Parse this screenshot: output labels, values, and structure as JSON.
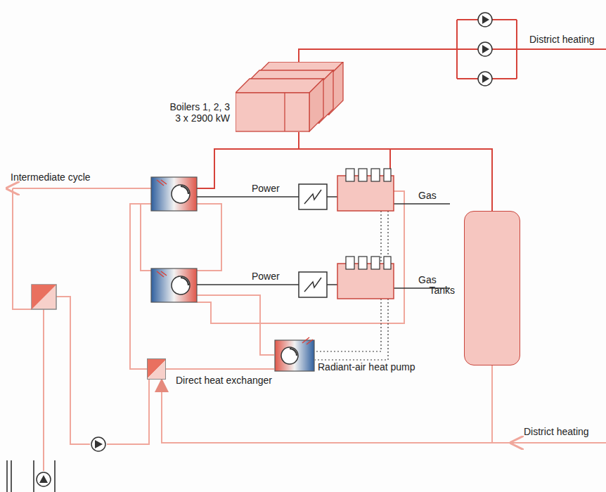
{
  "diagram": {
    "nodes": [
      {
        "text": [
          "Boilers 1, 2, 3 3 x 2900 kW"
        ]
      },
      {
        "text": [
          "Tanks"
        ]
      },
      {
        "text": [
          "Radiant-air heat pump"
        ]
      },
      {
        "text": [
          "Direct heat exchanger"
        ]
      }
    ],
    "edges": [
      {
        "from": 0,
        "to": 1,
        "arrow": "none"
      },
      {
        "from": 1,
        "to": 3,
        "arrow": "to"
      },
      {
        "from": 2,
        "to": 3,
        "arrow": "none"
      }
    ],
    "labels": [
      "District heating",
      "Intermediate cycle",
      "Power",
      "Gas",
      "Power",
      "Gas",
      "District heating"
    ]
  }
}
